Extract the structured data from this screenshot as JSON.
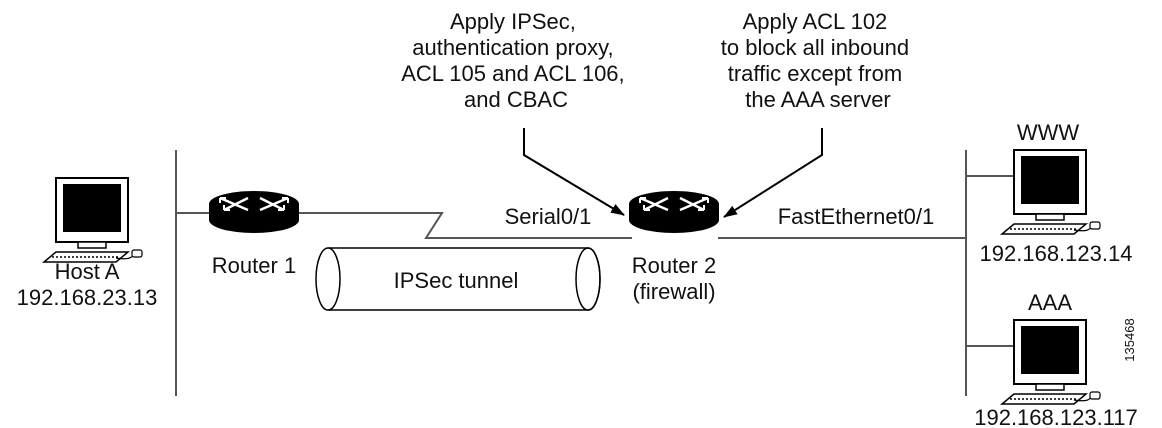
{
  "annotation_left": [
    "Apply IPSec,",
    "authentication proxy,",
    "ACL 105 and ACL 106,",
    "and CBAC"
  ],
  "annotation_right": [
    "Apply ACL 102",
    "to block all inbound",
    "traffic except from",
    "the AAA server"
  ],
  "host_a": {
    "name": "Host A",
    "ip": "192.168.23.13"
  },
  "router1": {
    "name": "Router 1"
  },
  "router2": {
    "name": "Router 2",
    "role": "(firewall)"
  },
  "links": {
    "serial": "Serial0/1",
    "fastethernet": "FastEthernet0/1"
  },
  "tunnel": {
    "label": "IPSec tunnel"
  },
  "www": {
    "name": "WWW",
    "ip": "192.168.123.14"
  },
  "aaa": {
    "name": "AAA",
    "ip": "192.168.123.117"
  },
  "figure_id": "135468"
}
